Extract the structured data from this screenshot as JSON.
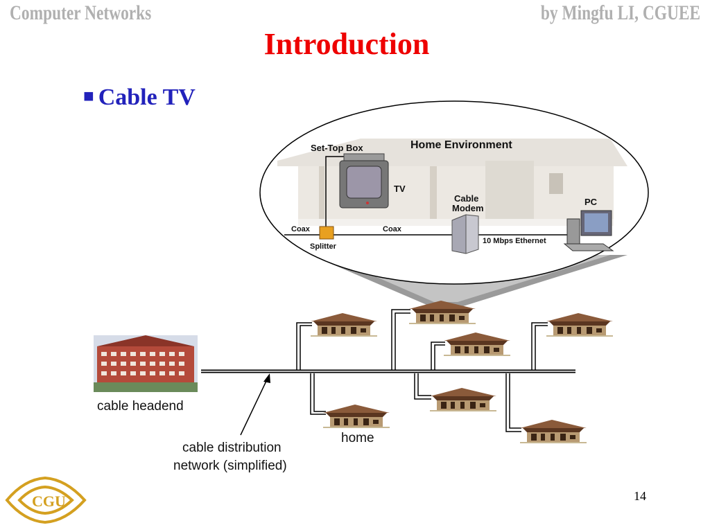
{
  "header": {
    "course_title": "Computer Networks",
    "author": "by Mingfu LI, CGUEE"
  },
  "slide": {
    "title": "Introduction",
    "bullet": "Cable TV",
    "page_number": "14"
  },
  "diagram": {
    "home_environment": {
      "title": "Home Environment",
      "labels": {
        "set_top_box": "Set-Top Box",
        "tv": "TV",
        "cable_modem_line1": "Cable",
        "cable_modem_line2": "Modem",
        "pc": "PC",
        "coax_left": "Coax",
        "coax_right": "Coax",
        "splitter": "Splitter",
        "ethernet": "10 Mbps Ethernet"
      }
    },
    "network": {
      "headend_label": "cable headend",
      "home_label": "home",
      "distribution_label_line1": "cable distribution",
      "distribution_label_line2": "network (simplified)"
    }
  },
  "logo": {
    "text": "CGU"
  }
}
